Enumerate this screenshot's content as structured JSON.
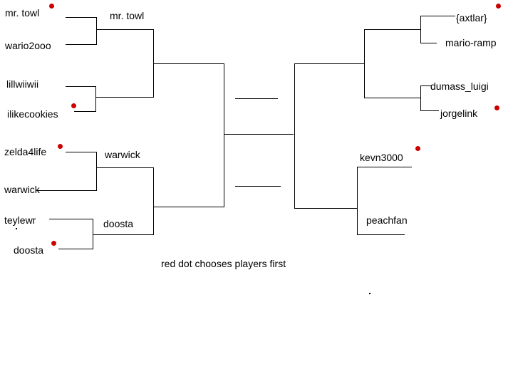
{
  "colors": {
    "line": "#000000",
    "dot": "#cc0000",
    "background": "#ffffff"
  },
  "left_bracket": {
    "round1": [
      "mr. towl",
      "wario2ooo",
      "lillwiiwii",
      "ilikecookies",
      "zelda4life",
      "warwick",
      "teylewr",
      "doosta"
    ],
    "round2": [
      "mr. towl",
      "warwick",
      "doosta"
    ]
  },
  "right_bracket": {
    "round1": [
      "{axtlar}",
      "mario-ramp",
      "dumass_luigi",
      "jorgelink"
    ],
    "byes": [
      "kevn3000",
      "peachfan"
    ]
  },
  "red_dot_players": [
    "mr. towl",
    "ilikecookies",
    "zelda4life",
    "doosta",
    "{axtlar}",
    "jorgelink",
    "kevn3000"
  ],
  "note": "red dot chooses players first"
}
